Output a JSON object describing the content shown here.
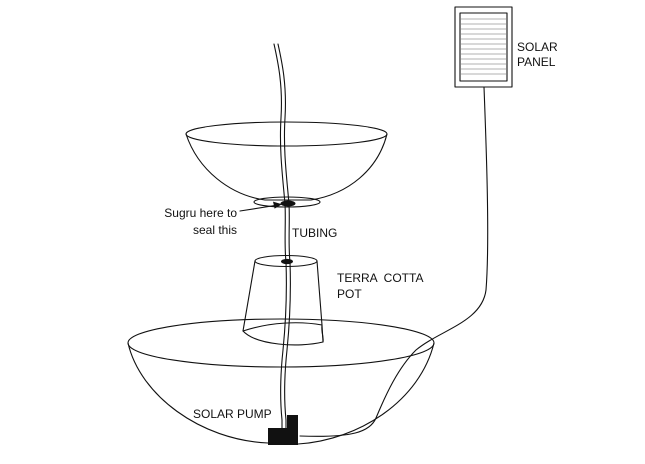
{
  "labels": {
    "solar_panel_line1": "SOLAR",
    "solar_panel_line2": "PANEL",
    "sugru_line1": "Sugru here to",
    "sugru_line2": "seal this",
    "tubing": "TUBING",
    "terra_cotta_line1": "TERRA  COTTA",
    "terra_cotta_line2": "POT",
    "solar_pump": "SOLAR PUMP"
  },
  "colors": {
    "ink": "#111111",
    "background": "#ffffff"
  }
}
